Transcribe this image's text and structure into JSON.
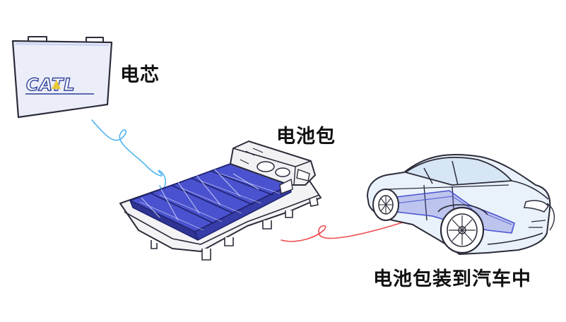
{
  "labels": {
    "cell": "电芯",
    "pack": "电池包",
    "car": "电池包装到汽车中"
  },
  "brand": {
    "logo_text": "CATL"
  },
  "colors": {
    "battery_blue": "#4a52cf",
    "battery_light_blue": "#c9cdf5",
    "line_dark": "#2c2c3a",
    "cell_fill": "#ebeef8",
    "car_tint": "#e9f1fa",
    "arrow_cyan": "#4fb4f0",
    "arrow_red": "#ef4b50",
    "logo_blue": "#2e3f9c",
    "logo_accent": "#e8c93a"
  },
  "icons": [
    "battery-cell-icon",
    "battery-pack-icon",
    "car-icon"
  ]
}
